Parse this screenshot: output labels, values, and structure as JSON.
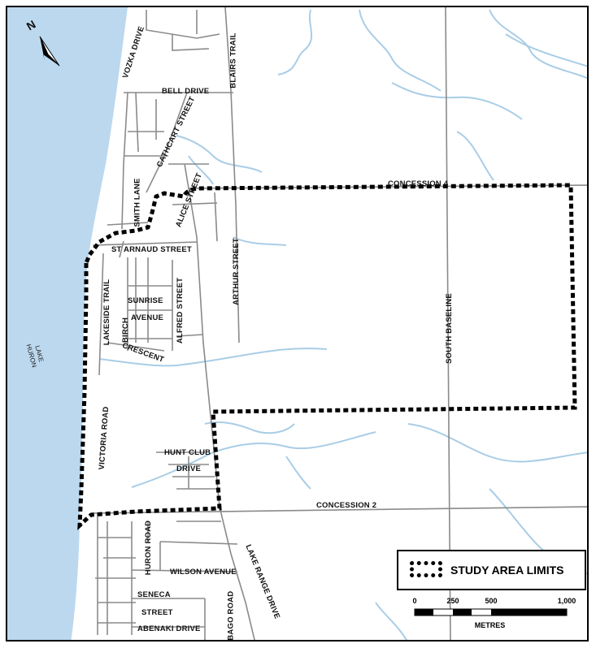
{
  "north_label": "N",
  "lake_label": "LAKE HURON",
  "roads": {
    "vozka": "VOZKA DRIVE",
    "blairs": "BLAIRS TRAIL",
    "bell": "BELL DRIVE",
    "cathcart": "CATHCART STREET",
    "smith": "SMITH LANE",
    "alice": "ALICE STREET",
    "concession4": "CONCESSION 4",
    "st_arnaud": "ST ARNAUD STREET",
    "arthur": "ARTHUR STREET",
    "lakeside": "LAKESIDE TRAIL",
    "sunrise": "SUNRISE",
    "avenue": "AVENUE",
    "birch": "BIRCH",
    "crescent": "CRESCENT",
    "alfred": "ALFRED STREET",
    "south_baseline": "SOUTH BASELINE",
    "victoria": "VICTORIA ROAD",
    "hunt_club": "HUNT CLUB",
    "drive": "DRIVE",
    "concession2": "CONCESSION 2",
    "huron": "HURON ROAD",
    "lake_range": "LAKE RANGE DRIVE",
    "wilson": "WILSON AVENUE",
    "seneca": "SENECA",
    "street": "STREET",
    "abenaki": "ABENAKI DRIVE",
    "winnebago": "WINNEBAGO ROAD"
  },
  "legend": {
    "label": "STUDY AREA LIMITS"
  },
  "scale_bar": {
    "ticks": [
      "0",
      "250",
      "500",
      "1,000"
    ],
    "units": "METRES"
  },
  "colors": {
    "water": "#bcd8ee",
    "stream": "#a9cde6",
    "road": "#8a8a8a",
    "boundary": "#000000"
  }
}
